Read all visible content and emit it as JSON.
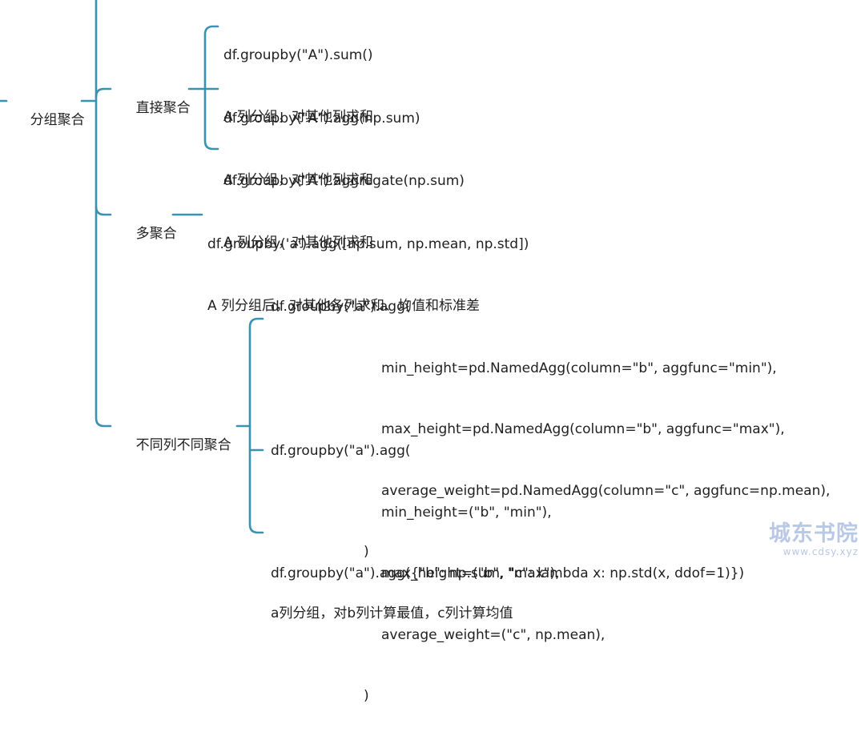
{
  "colors": {
    "connector": "#3b92b0",
    "text": "#1f1f1f",
    "watermark": "#b9c8e4"
  },
  "root": {
    "label": "分组聚合"
  },
  "branches": {
    "direct": {
      "label": "直接聚合",
      "items": [
        {
          "code": "df.groupby(\"A\").sum()",
          "desc": "A 列分组，对其他列求和"
        },
        {
          "code": "df.groupby(\"A\").agg(np.sum)",
          "desc": "A 列分组，对其他列求和"
        },
        {
          "code": "df.groupby(\"A\").aggregate(np.sum)",
          "desc": "A 列分组，对其他列求和"
        }
      ]
    },
    "multi": {
      "label": "多聚合",
      "items": [
        {
          "code": "df.groupby('a').agg([np.sum, np.mean, np.std])",
          "desc": "A 列分组后，对其他各列求和、均值和标准差"
        }
      ]
    },
    "percol": {
      "label": "不同列不同聚合",
      "items": [
        {
          "lines": [
            "df.groupby(\"a\").agg(",
            "min_height=pd.NamedAgg(column=\"b\", aggfunc=\"min\"),",
            "max_height=pd.NamedAgg(column=\"b\", aggfunc=\"max\"),",
            "average_weight=pd.NamedAgg(column=\"c\", aggfunc=np.mean),",
            ")",
            "a列分组，对b列计算最值，c列计算均值"
          ]
        },
        {
          "lines": [
            "df.groupby(\"a\").agg(",
            "min_height=(\"b\", \"min\"),",
            "max_height=(\"b\", \"max\"),",
            "average_weight=(\"c\", np.mean),",
            ")"
          ]
        },
        {
          "lines": [
            "df.groupby(\"a\").agg({\"b\": np.sum, \"c\": lambda x: np.std(x, ddof=1)})"
          ]
        }
      ]
    }
  },
  "watermark": {
    "title": "城东书院",
    "url": "www.cdsy.xyz"
  }
}
